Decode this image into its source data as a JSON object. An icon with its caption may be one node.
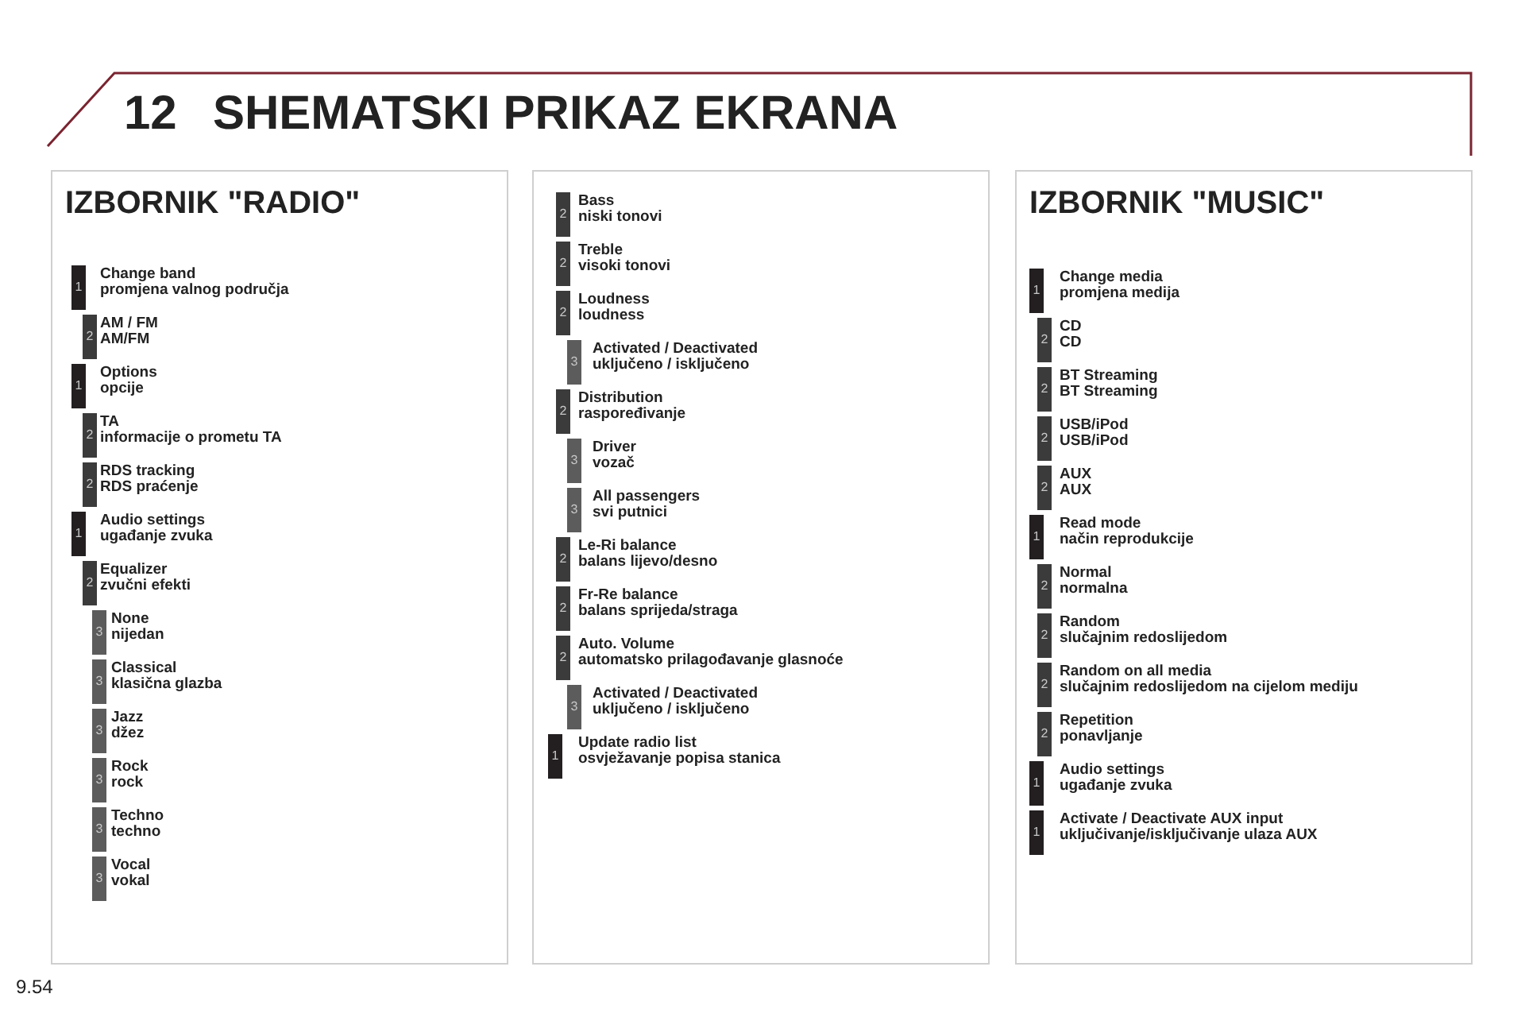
{
  "diagram": {
    "title": "SHEMATSKI PRIKAZ EKRANA",
    "nodes": [
      {
        "text": [
          "IZBORNIK \"RADIO\""
        ]
      },
      {
        "text": [
          "1"
        ],
        "in": 0,
        "beside": [
          "Change band",
          "promjena valnog područja"
        ]
      },
      {
        "text": [
          "2"
        ],
        "in": 0,
        "beside": [
          "AM / FM",
          "AM/FM"
        ]
      },
      {
        "text": [
          "1"
        ],
        "in": 0,
        "beside": [
          "Options",
          "opcije"
        ]
      },
      {
        "text": [
          "2"
        ],
        "in": 0,
        "beside": [
          "TA",
          "informacije o prometu TA"
        ]
      },
      {
        "text": [
          "2"
        ],
        "in": 0,
        "beside": [
          "RDS tracking",
          "RDS praćenje"
        ]
      },
      {
        "text": [
          "1"
        ],
        "in": 0,
        "beside": [
          "Audio settings",
          "ugađanje zvuka"
        ]
      },
      {
        "text": [
          "2"
        ],
        "in": 0,
        "beside": [
          "Equalizer",
          "zvučni efekti"
        ]
      },
      {
        "text": [
          "3"
        ],
        "in": 0,
        "beside": [
          "None",
          "nijedan"
        ]
      },
      {
        "text": [
          "3"
        ],
        "in": 0,
        "beside": [
          "Classical",
          "klasična glazba"
        ]
      },
      {
        "text": [
          "3"
        ],
        "in": 0,
        "beside": [
          "Jazz",
          "džez"
        ]
      },
      {
        "text": [
          "3"
        ],
        "in": 0,
        "beside": [
          "Rock",
          "rock"
        ]
      },
      {
        "text": [
          "3"
        ],
        "in": 0,
        "beside": [
          "Techno",
          "techno"
        ]
      },
      {
        "text": [
          "3"
        ],
        "in": 0,
        "beside": [
          "Vocal",
          "vokal"
        ]
      },
      {
        "text": [],
        "shape": "box"
      },
      {
        "text": [
          "2"
        ],
        "in": 14,
        "beside": [
          "Bass",
          "niski tonovi"
        ]
      },
      {
        "text": [
          "2"
        ],
        "in": 14,
        "beside": [
          "Treble",
          "visoki tonovi"
        ]
      },
      {
        "text": [
          "2"
        ],
        "in": 14,
        "beside": [
          "Loudness",
          "loudness"
        ]
      },
      {
        "text": [
          "3"
        ],
        "in": 14,
        "beside": [
          "Activated / Deactivated",
          "uključeno / isključeno"
        ]
      },
      {
        "text": [
          "2"
        ],
        "in": 14,
        "beside": [
          "Distribution",
          "raspoređivanje"
        ]
      },
      {
        "text": [
          "3"
        ],
        "in": 14,
        "beside": [
          "Driver",
          "vozač"
        ]
      },
      {
        "text": [
          "3"
        ],
        "in": 14,
        "beside": [
          "All passengers",
          "svi putnici"
        ]
      },
      {
        "text": [
          "2"
        ],
        "in": 14,
        "beside": [
          "Le-Ri balance",
          "balans lijevo/desno"
        ]
      },
      {
        "text": [
          "2"
        ],
        "in": 14,
        "beside": [
          "Fr-Re balance",
          "balans sprijeda/straga"
        ]
      },
      {
        "text": [
          "2"
        ],
        "in": 14,
        "beside": [
          "Auto. Volume",
          "automatsko prilagođavanje glasnoće"
        ]
      },
      {
        "text": [
          "3"
        ],
        "in": 14,
        "beside": [
          "Activated / Deactivated",
          "uključeno / isključeno"
        ]
      },
      {
        "text": [
          "1"
        ],
        "in": 14,
        "beside": [
          "Update radio list",
          "osvježavanje popisa stanica"
        ]
      },
      {
        "text": [
          "IZBORNIK \"MUSIC\""
        ]
      },
      {
        "text": [
          "1"
        ],
        "in": 27,
        "beside": [
          "Change media",
          "promjena medija"
        ]
      },
      {
        "text": [
          "2"
        ],
        "in": 27,
        "beside": [
          "CD",
          "CD"
        ]
      },
      {
        "text": [
          "2"
        ],
        "in": 27,
        "beside": [
          "BT Streaming",
          "BT Streaming"
        ]
      },
      {
        "text": [
          "2"
        ],
        "in": 27,
        "beside": [
          "USB/iPod",
          "USB/iPod"
        ]
      },
      {
        "text": [
          "2"
        ],
        "in": 27,
        "beside": [
          "AUX",
          "AUX"
        ]
      },
      {
        "text": [
          "1"
        ],
        "in": 27,
        "beside": [
          "Read mode",
          "način reprodukcije"
        ]
      },
      {
        "text": [
          "2"
        ],
        "in": 27,
        "beside": [
          "Normal",
          "normalna"
        ]
      },
      {
        "text": [
          "2"
        ],
        "in": 27,
        "beside": [
          "Random",
          "slučajnim redoslijedom"
        ]
      },
      {
        "text": [
          "2"
        ],
        "in": 27,
        "beside": [
          "Random on all media",
          "slučajnim redoslijedom na cijelom mediju"
        ]
      },
      {
        "text": [
          "2"
        ],
        "in": 27,
        "beside": [
          "Repetition",
          "ponavljanje"
        ]
      },
      {
        "text": [
          "1"
        ],
        "in": 27,
        "beside": [
          "Audio settings",
          "ugađanje zvuka"
        ]
      },
      {
        "text": [
          "1"
        ],
        "in": 27,
        "beside": [
          "Activate / Deactivate AUX input",
          "uključivanje/isključivanje ulaza AUX"
        ]
      }
    ],
    "labels": [
      "12",
      "9.54"
    ]
  }
}
